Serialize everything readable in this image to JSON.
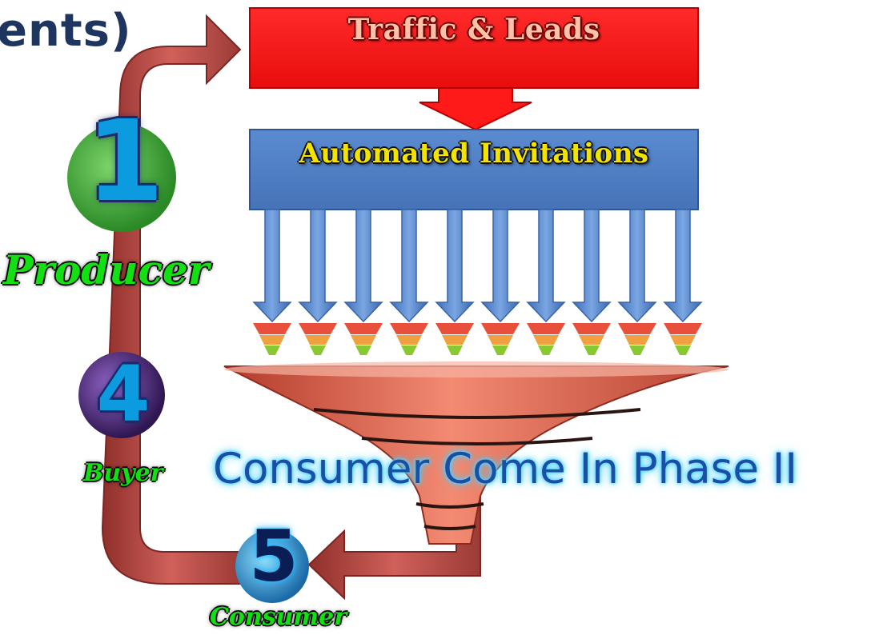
{
  "title_fragment": "ents)",
  "top_box": {
    "label": "Traffic & Leads",
    "color": "#ff1a1a"
  },
  "mid_box": {
    "label": "Automated Invitations",
    "color": "#4f81c7"
  },
  "steps": [
    {
      "number": "1",
      "role": "Producer",
      "circle_color": "#3daa35"
    },
    {
      "number": "4",
      "role": "Buyer",
      "circle_color": "#4a2a73"
    },
    {
      "number": "5",
      "role": "Consumer",
      "circle_color": "#2a88c4"
    }
  ],
  "phase_text": "Consumer Come In Phase II",
  "colors": {
    "cycle_arrow": "#c45450",
    "funnel": "#e0604a",
    "down_arrow": "#4a7dc9",
    "text_glow": "#40d0ff"
  }
}
